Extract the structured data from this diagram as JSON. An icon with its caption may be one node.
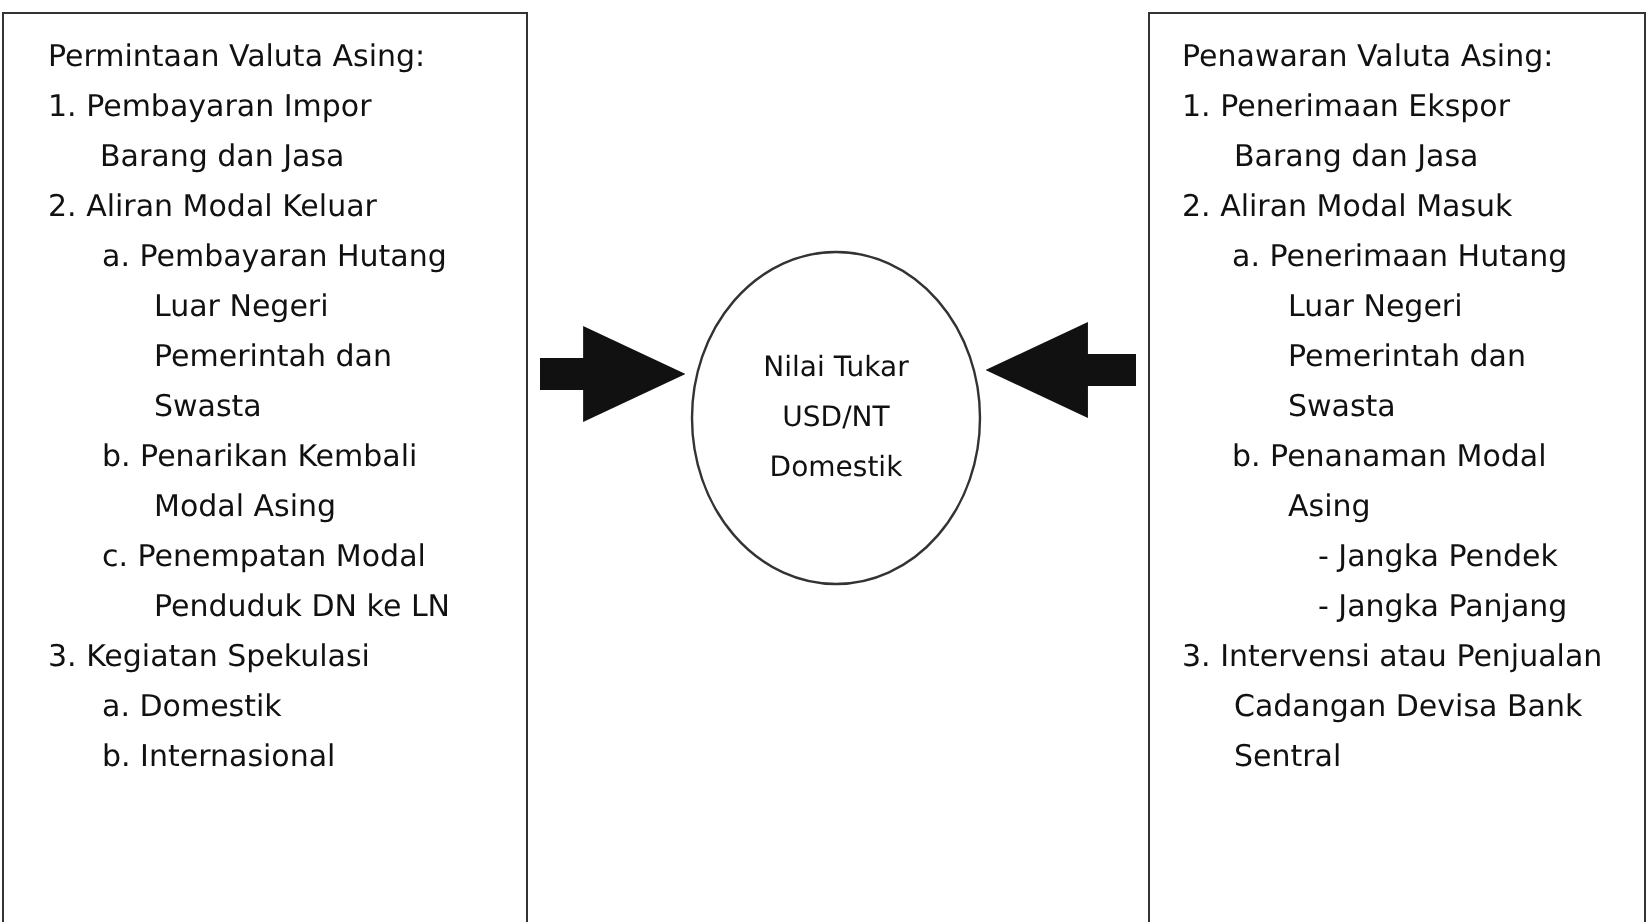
{
  "diagram": {
    "nodes": [
      {
        "text": [
          "Permintaan Valuta Asing:",
          "1. Pembayaran Impor Barang dan Jasa",
          "2. Aliran Modal Keluar",
          "a. Pembayaran Hutang Luar Negeri Pemerintah dan Swasta",
          "b. Penarikan Kembali Modal Asing",
          "c. Penempatan Modal Penduduk DN ke LN",
          "3. Kegiatan Spekulasi",
          "a. Domestik",
          "b. Internasional"
        ]
      },
      {
        "text": [
          "Nilai Tukar USD/NT Domestik"
        ]
      },
      {
        "text": [
          "Penawaran Valuta Asing:",
          "1. Penerimaan Ekspor Barang dan Jasa",
          "2. Aliran Modal Masuk",
          "a. Penerimaan Hutang Luar Negeri Pemerintah dan Swasta",
          "b. Penanaman Modal Asing",
          "- Jangka Pendek",
          "- Jangka Panjang",
          "3. Intervensi atau Penjualan Cadangan Devisa Bank Sentral"
        ]
      }
    ],
    "edges": [
      {
        "from": 0,
        "to": 1,
        "arrow": "to"
      },
      {
        "from": 2,
        "to": 1,
        "arrow": "to"
      }
    ]
  }
}
